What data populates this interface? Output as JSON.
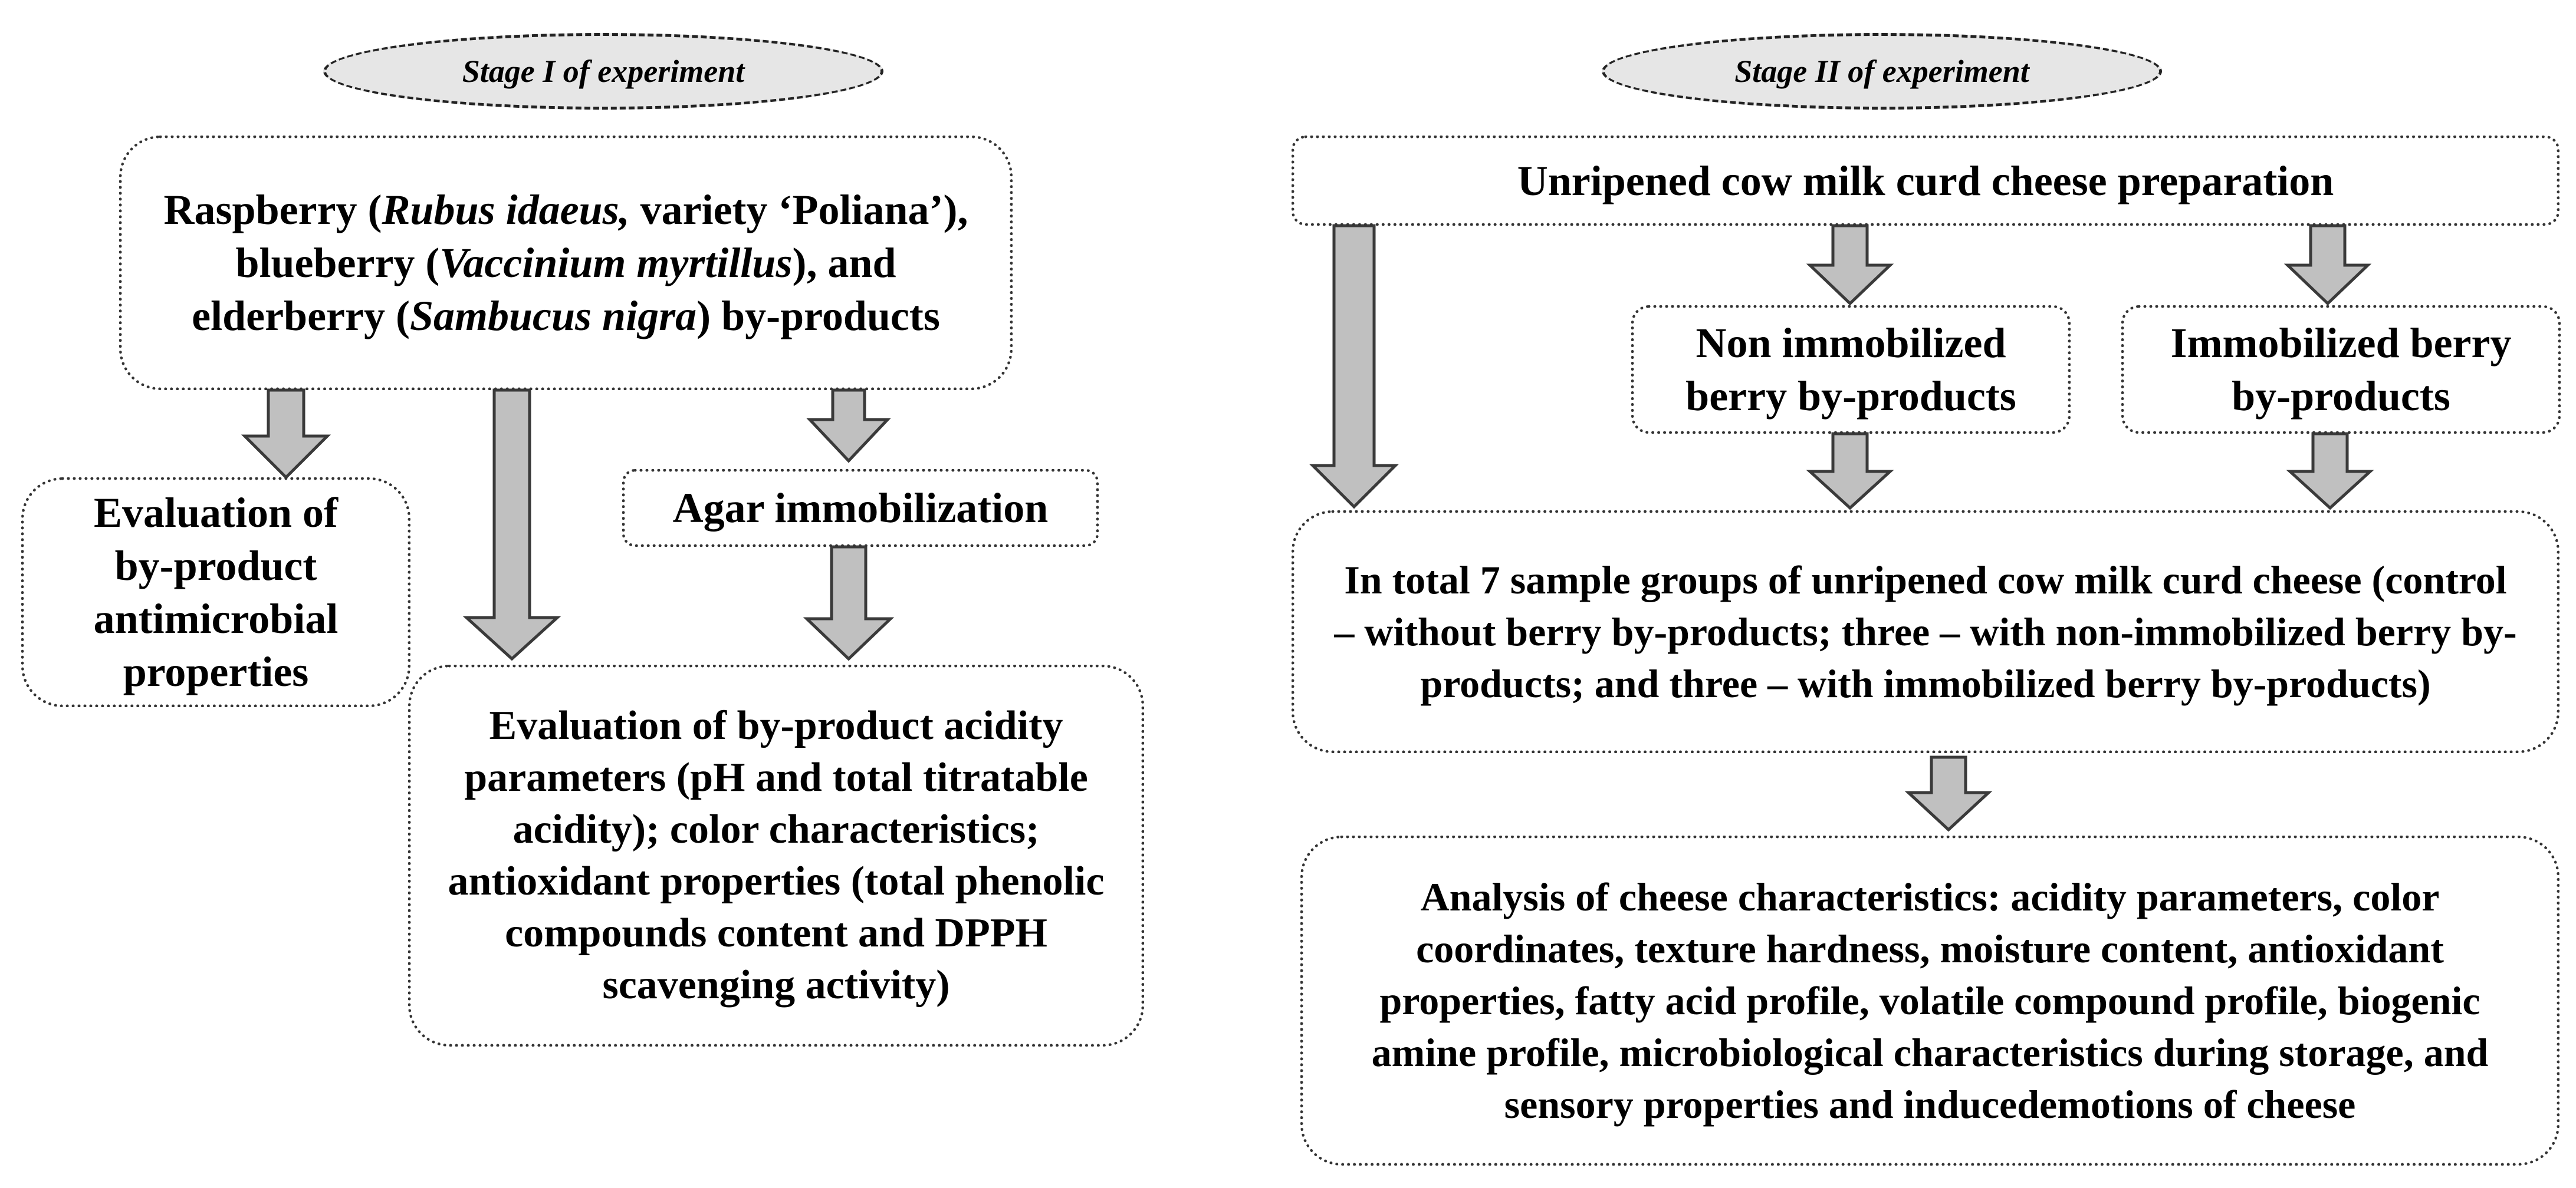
{
  "stage1": {
    "label": "Stage I of experiment",
    "source_box": {
      "parts": [
        {
          "text": "Raspberry (",
          "italic": false
        },
        {
          "text": "Rubus idaeus,",
          "italic": true
        },
        {
          "text": " variety ‘Poliana’), blueberry (",
          "italic": false
        },
        {
          "text": "Vaccinium myrtillus",
          "italic": true
        },
        {
          "text": "), and elderberry (",
          "italic": false
        },
        {
          "text": "Sambucus nigra",
          "italic": true
        },
        {
          "text": ") by-products",
          "italic": false
        }
      ]
    },
    "antimicrobial_box": "Evaluation of by-product antimicrobial properties",
    "agar_box": "Agar immobilization",
    "acidity_box": "Evaluation of by-product acidity parameters (pH and total titratable acidity); color characteristics; antioxidant properties (total phenolic compounds content and DPPH scavenging activity)"
  },
  "stage2": {
    "label": "Stage II of experiment",
    "prep_box": "Unripened cow milk curd cheese preparation",
    "non_immobilized_box": "Non immobilized berry by-products",
    "immobilized_box": "Immobilized berry by-products",
    "groups_box": "In total 7 sample groups of unripened cow milk curd cheese (control – without berry by-products; three – with non-immobilized berry by-products; and three – with immobilized berry by-products)",
    "analysis_box": "Analysis of cheese characteristics: acidity parameters, color coordinates, texture hardness, moisture content, antioxidant properties, fatty acid profile, volatile compound profile, biogenic amine profile, microbiological characteristics during storage, and sensory properties and inducedemotions of cheese"
  },
  "colors": {
    "arrow_fill": "#c0c0c0",
    "ellipse_fill": "#e6e6e6",
    "border": "#333333"
  }
}
